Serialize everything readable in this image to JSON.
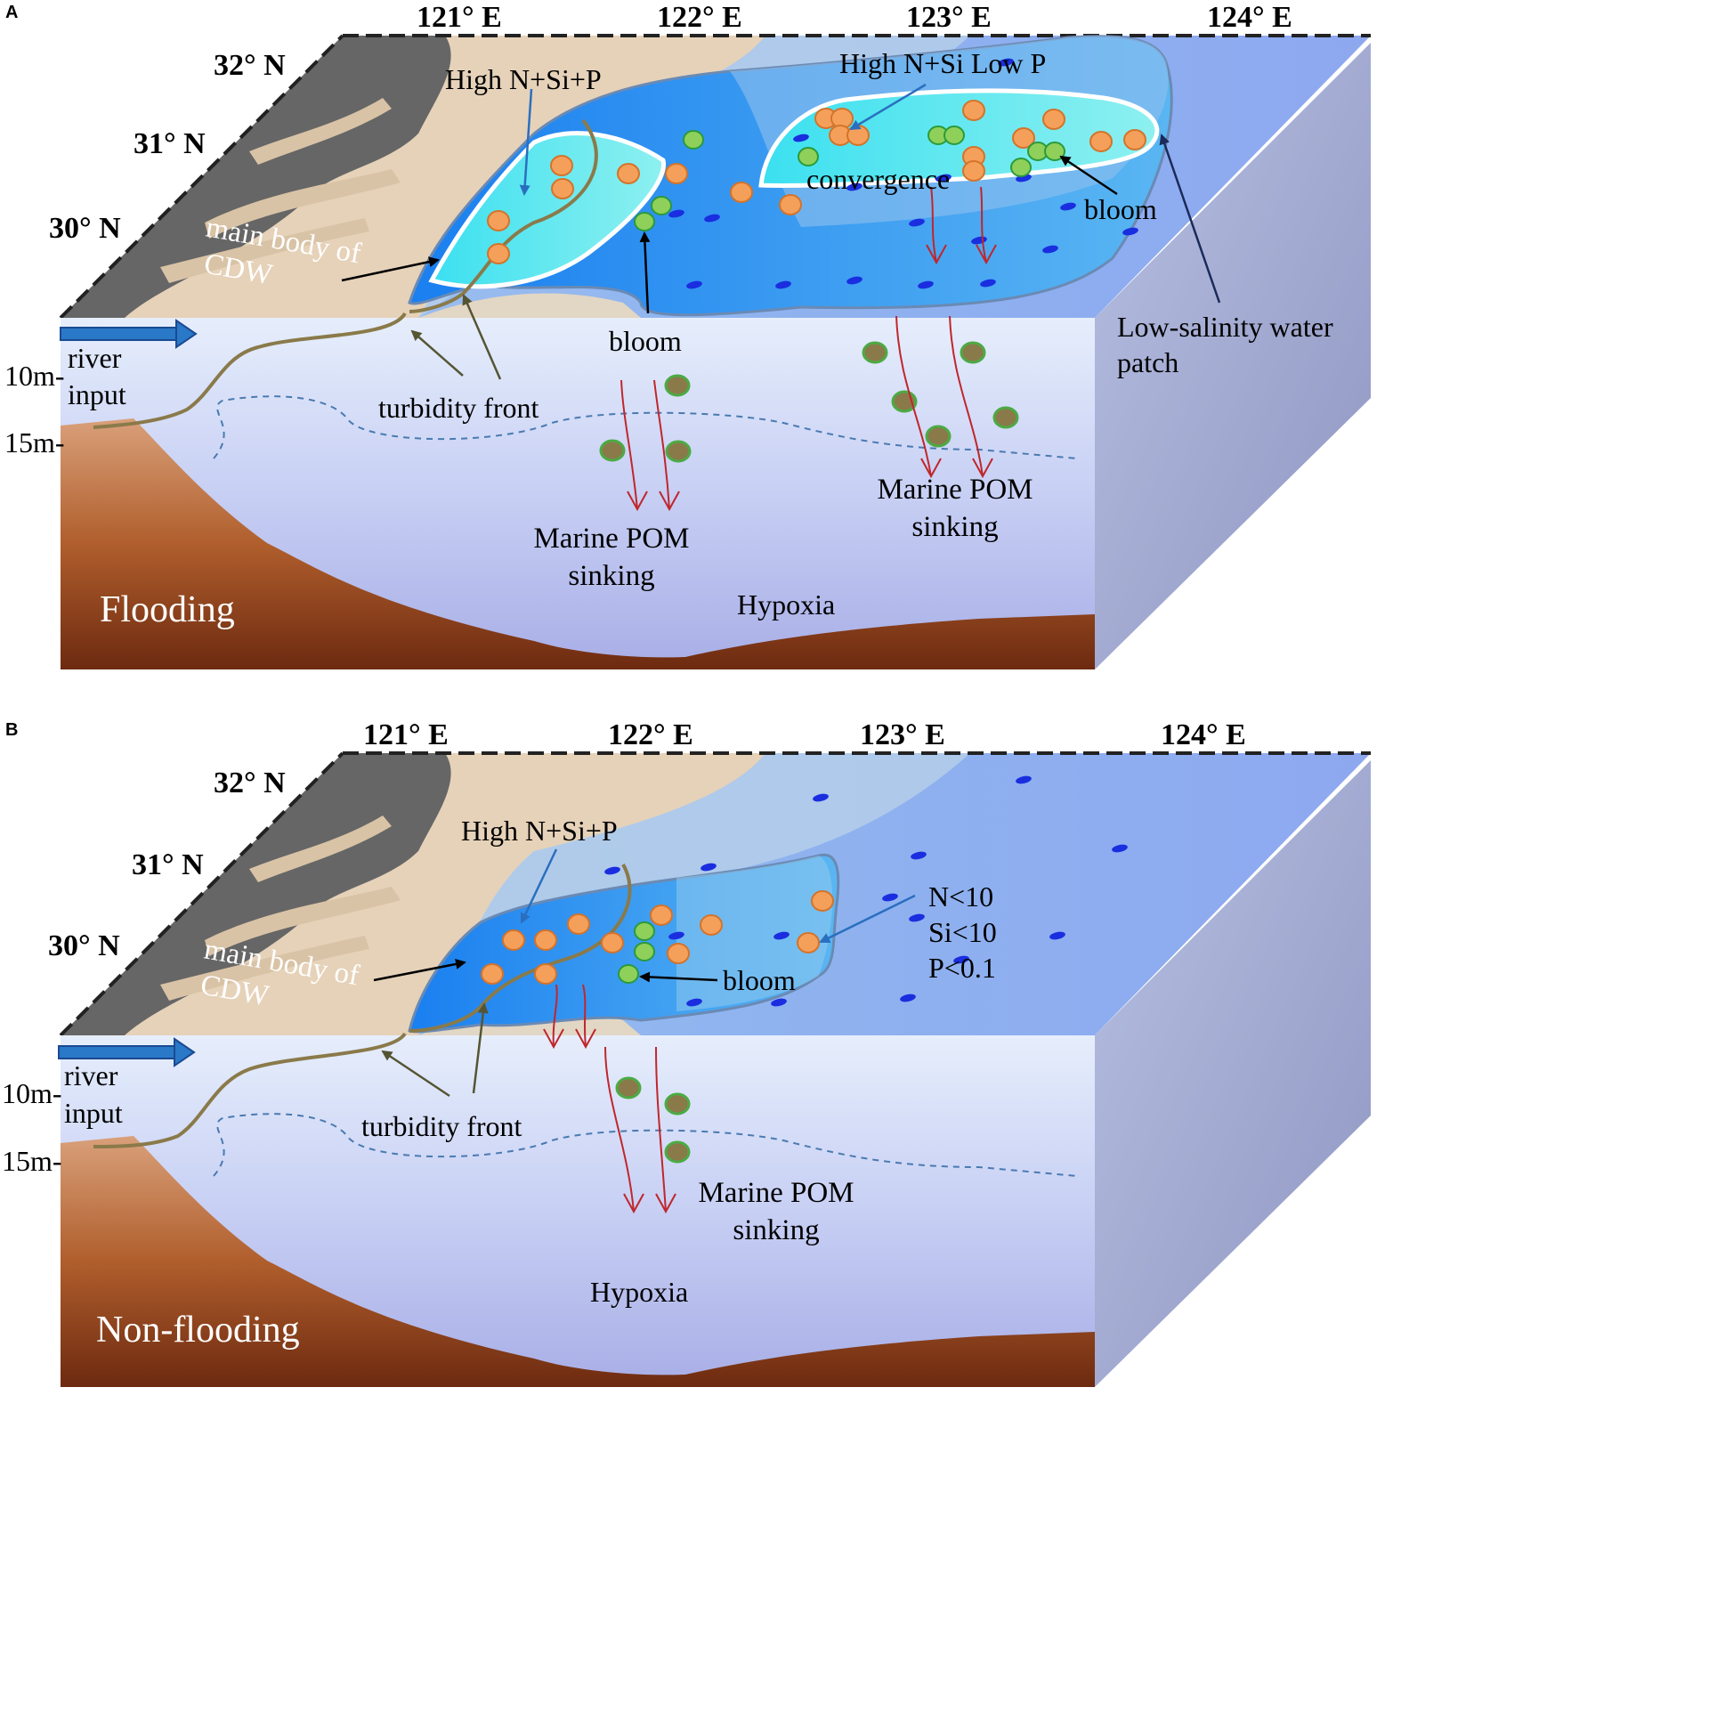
{
  "panels": [
    {
      "letter": "A",
      "lon": [
        "121° E",
        "122° E",
        "123° E",
        "124° E"
      ],
      "lat": [
        "32° N",
        "31° N",
        "30° N"
      ],
      "depth": [
        "10m-",
        "15m-"
      ],
      "labels": {
        "river1": "river",
        "river2": "input",
        "cdw1": "main body of",
        "cdw2": "CDW",
        "nutrients": "High N+Si+P",
        "nutrients2": "High N+Si Low P",
        "convergence": "convergence",
        "bloom1": "bloom",
        "bloom2": "bloom",
        "turbidity": "turbidity front",
        "pom1a": "Marine POM",
        "pom1b": "sinking",
        "pom2a": "Marine POM",
        "pom2b": "sinking",
        "lowsal1": "Low-salinity water",
        "lowsal2": "patch",
        "hypoxia": "Hypoxia",
        "mode": "Flooding"
      }
    },
    {
      "letter": "B",
      "lon": [
        "121° E",
        "122° E",
        "123° E",
        "124° E"
      ],
      "lat": [
        "32° N",
        "31° N",
        "30° N"
      ],
      "depth": [
        "10m-",
        "15m-"
      ],
      "labels": {
        "river1": "river",
        "river2": "input",
        "cdw1": "main body of",
        "cdw2": "CDW",
        "nutrients": "High N+Si+P",
        "n": "N<10",
        "si": "Si<10",
        "p": "P<0.1",
        "bloom": "bloom",
        "turbidity": "turbidity front",
        "pom1": "Marine POM",
        "pom2": "sinking",
        "hypoxia": "Hypoxia",
        "mode": "Non-flooding"
      }
    }
  ],
  "colors": {
    "orange_particle": "#f5a05a",
    "green_particle": "#8fd05a",
    "sinking_arrow": "#c0262c",
    "land": "#666666",
    "seabed": "#9a4a1e"
  }
}
